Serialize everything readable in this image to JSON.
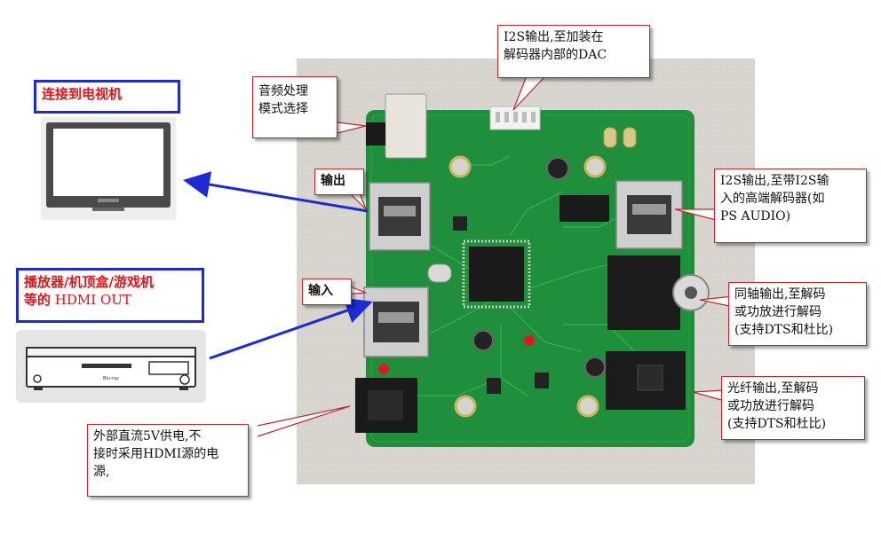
{
  "tv": {
    "label": "连接到电视机"
  },
  "player": {
    "label_line1": "播放器/机顶盒/游戏机",
    "label_line2_cn": "等的",
    "label_line2_en": " HDMI OUT"
  },
  "callouts": {
    "i2s_dac": {
      "line1": "I2S输出,至加装在",
      "line2": "解码器内部的DAC"
    },
    "audio_mode": {
      "line1": "音频处理",
      "line2": "模式选择"
    },
    "output": {
      "text": "输出"
    },
    "input": {
      "text": "输入"
    },
    "i2s_hdmi": {
      "line1": "I2S输出,至带I2S输",
      "line2": "入的高端解码器(如",
      "line3": "PS AUDIO)"
    },
    "coax": {
      "line1": "同轴输出,至解码",
      "line2": "或功放进行解码",
      "line3": "(支持DTS和杜比)"
    },
    "optical": {
      "line1": "光纤输出,至解码",
      "line2": "或功放进行解码",
      "line3": "(支持DTS和杜比)"
    },
    "power": {
      "line1": "外部直流5V供电,不",
      "line2": "接时采用HDMI源的电",
      "line3": "源,"
    }
  },
  "colors": {
    "callout_border": "#c8262a",
    "title_border": "#1d2bd6",
    "title_text": "#e0141a",
    "arrow": "#1d2bd6",
    "pcb_green": "#1f8f3c"
  }
}
